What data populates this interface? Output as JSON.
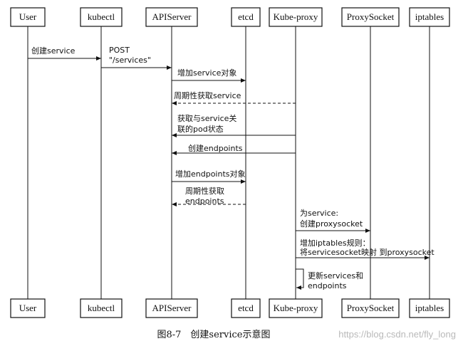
{
  "participants": [
    {
      "id": "user",
      "label": "User"
    },
    {
      "id": "kubectl",
      "label": "kubectl"
    },
    {
      "id": "apiserver",
      "label": "APIServer"
    },
    {
      "id": "etcd",
      "label": "etcd"
    },
    {
      "id": "kube_proxy",
      "label": "Kube-proxy"
    },
    {
      "id": "proxysocket",
      "label": "ProxySocket"
    },
    {
      "id": "iptables",
      "label": "iptables"
    }
  ],
  "messages": [
    {
      "from": "user",
      "to": "kubectl",
      "style": "solid",
      "lines": [
        "创建service"
      ]
    },
    {
      "from": "kubectl",
      "to": "apiserver",
      "style": "solid",
      "lines": [
        "POST",
        "\"/services\""
      ]
    },
    {
      "from": "apiserver",
      "to": "etcd",
      "style": "solid",
      "lines": [
        "增加service对象"
      ]
    },
    {
      "from": "kube_proxy",
      "to": "apiserver",
      "style": "dashed",
      "lines": [
        "周期性获取service"
      ]
    },
    {
      "from": "kube_proxy",
      "to": "apiserver",
      "style": "solid",
      "lines": [
        "获取与service关",
        "联的pod状态"
      ]
    },
    {
      "from": "kube_proxy",
      "to": "apiserver",
      "style": "solid",
      "lines": [
        "创建endpoints"
      ]
    },
    {
      "from": "apiserver",
      "to": "etcd",
      "style": "solid",
      "lines": [
        "增加endpoints对象"
      ]
    },
    {
      "from": "etcd",
      "to": "apiserver",
      "style": "dashed",
      "lines": [
        "周期性获取",
        "endpoints"
      ]
    },
    {
      "from": "kube_proxy",
      "to": "proxysocket",
      "style": "solid",
      "lines": [
        "为service:",
        "创建proxysocket"
      ]
    },
    {
      "from": "kube_proxy",
      "to": "iptables",
      "style": "solid",
      "lines": [
        "增加iptables规则：",
        "将servicesocket映射 到proxysocket"
      ]
    },
    {
      "from": "kube_proxy",
      "to": "kube_proxy",
      "style": "solid",
      "lines": [
        "更新services和",
        "endpoints"
      ]
    }
  ],
  "caption": "图8-7　创建service示意图",
  "watermark": "https://blog.csdn.net/fly_long"
}
